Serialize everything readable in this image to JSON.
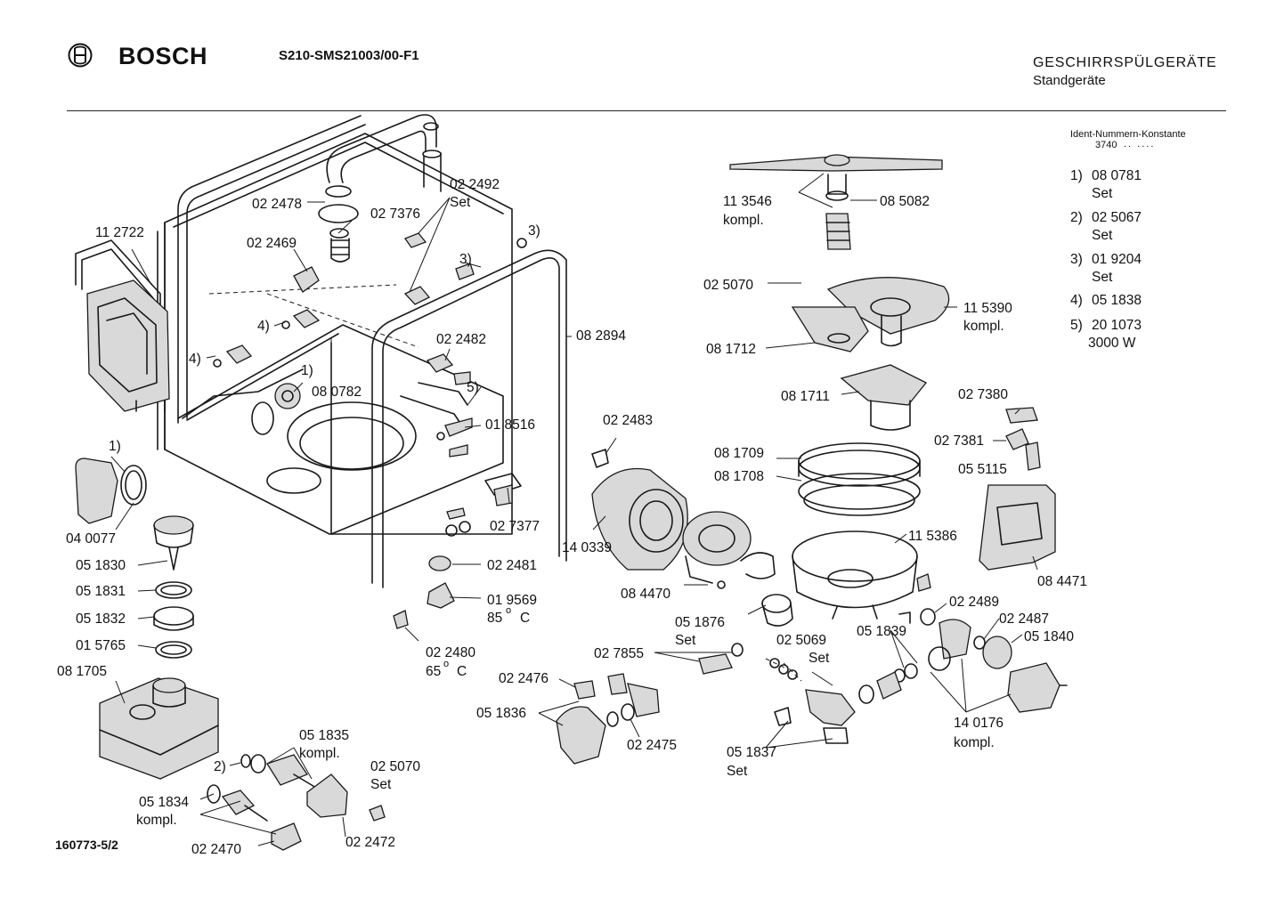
{
  "header": {
    "brand": "BOSCH",
    "model_code": "S210-SMS21003/00-F1",
    "category": "GESCHIRRSPÜLGERÄTE",
    "subcategory": "Standgeräte"
  },
  "drawing_number": "160773-5/2",
  "constants": {
    "title": "Ident-Nummern-Konstante",
    "code": "3740",
    "dots": ".. ....",
    "items": [
      {
        "ref": "1)",
        "number": "08 0781",
        "note": "Set"
      },
      {
        "ref": "2)",
        "number": "02 5067",
        "note": "Set"
      },
      {
        "ref": "3)",
        "number": "01 9204",
        "note": "Set"
      },
      {
        "ref": "4)",
        "number": "05 1838",
        "note": ""
      },
      {
        "ref": "5)",
        "number": "20 1073",
        "note": "3000 W"
      }
    ]
  },
  "callouts": {
    "c112722": "11 2722",
    "c022478": "02 2478",
    "c027376": "02 7376",
    "c022492": "02 2492",
    "set_a": "Set",
    "c022469": "02 2469",
    "r3a": "3)",
    "r3b": "3)",
    "r4a": "4)",
    "r4b": "4)",
    "r1a": "1)",
    "c080782": "08 0782",
    "c022482": "02 2482",
    "r5": "5)",
    "c082894": "08 2894",
    "c018516": "01 8516",
    "r1b": "1)",
    "c040077": "04 0077",
    "c051830": "05 1830",
    "c051831": "05 1831",
    "c051832": "05 1832",
    "c015765": "01 5765",
    "c081705": "08 1705",
    "c027377": "02 7377",
    "c022481": "02 2481",
    "c019569": "01 9569",
    "t85": "85",
    "deg": "o",
    "cC": "C",
    "c022480": "02 2480",
    "t65": "65",
    "deg2": "o",
    "cC2": "C",
    "c051835": "05 1835",
    "kompl_a": "kompl.",
    "r2": "2)",
    "c051834": "05 1834",
    "kompl_b": "kompl.",
    "c022470": "02 2470",
    "c025070b": "02 5070",
    "set_b": "Set",
    "c022472": "02 2472",
    "c113546": "11 3546",
    "kompl_c": "kompl.",
    "c085082": "08 5082",
    "c025070a": "02 5070",
    "c115390": "11 5390",
    "kompl_d": "kompl.",
    "c081712": "08 1712",
    "c081711": "08 1711",
    "c027380": "02 7380",
    "c027381": "02 7381",
    "c055115": "05 5115",
    "c022483": "02 2483",
    "c081709": "08 1709",
    "c081708": "08 1708",
    "c140339": "14 0339",
    "c115386": "11 5386",
    "c084471": "08 4471",
    "c084470": "08 4470",
    "c051876": "05 1876",
    "set_c": "Set",
    "c022489": "02 2489",
    "c022487": "02 2487",
    "c051840": "05 1840",
    "c051839": "05 1839",
    "c025069": "02 5069",
    "set_d": "Set",
    "c027855": "02 7855",
    "c022476": "02 2476",
    "c051836": "05 1836",
    "c022475": "02 2475",
    "c140176": "14 0176",
    "kompl_e": "kompl.",
    "c051837": "05 1837",
    "set_e": "Set"
  }
}
